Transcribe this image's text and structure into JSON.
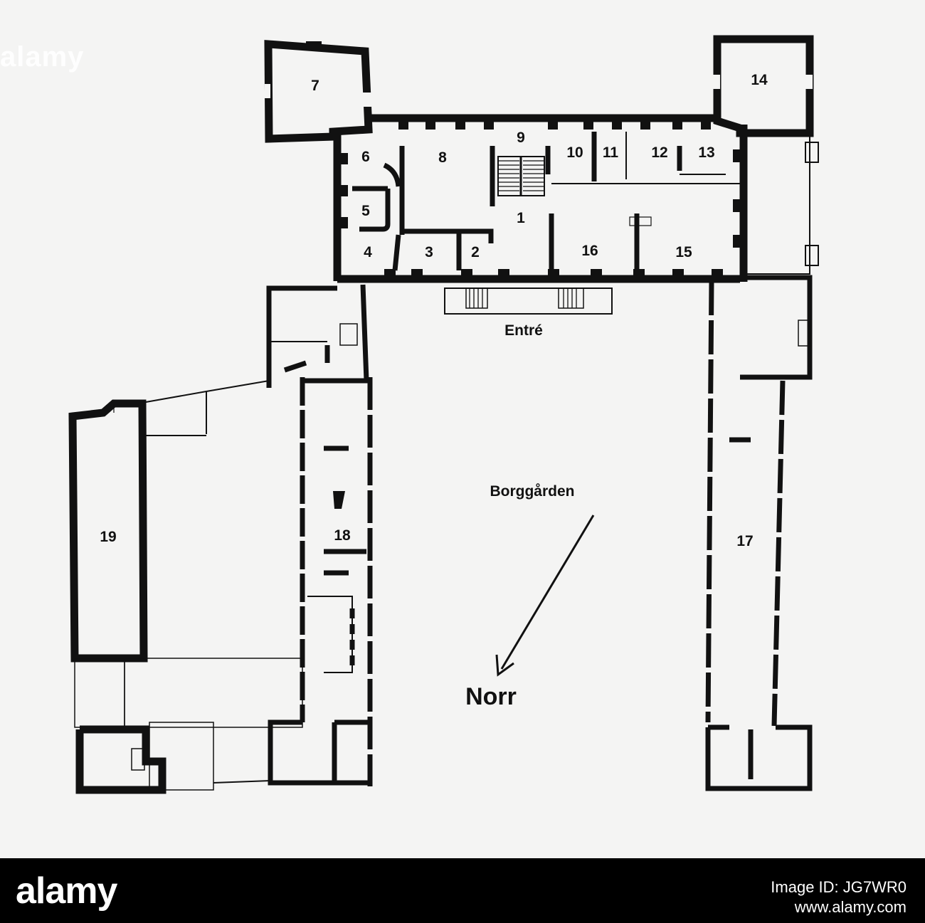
{
  "plan": {
    "rooms": [
      {
        "id": "room-1",
        "label": "1"
      },
      {
        "id": "room-2",
        "label": "2"
      },
      {
        "id": "room-3",
        "label": "3"
      },
      {
        "id": "room-4",
        "label": "4"
      },
      {
        "id": "room-5",
        "label": "5"
      },
      {
        "id": "room-6",
        "label": "6"
      },
      {
        "id": "room-7",
        "label": "7"
      },
      {
        "id": "room-8",
        "label": "8"
      },
      {
        "id": "room-9",
        "label": "9"
      },
      {
        "id": "room-10",
        "label": "10"
      },
      {
        "id": "room-11",
        "label": "11"
      },
      {
        "id": "room-12",
        "label": "12"
      },
      {
        "id": "room-13",
        "label": "13"
      },
      {
        "id": "room-14",
        "label": "14"
      },
      {
        "id": "room-15",
        "label": "15"
      },
      {
        "id": "room-16",
        "label": "16"
      },
      {
        "id": "room-17",
        "label": "17"
      },
      {
        "id": "room-18",
        "label": "18"
      },
      {
        "id": "room-19",
        "label": "19"
      }
    ],
    "entrance_label": "Entré",
    "courtyard_label": "Borggården",
    "north_label": "Norr"
  },
  "watermark": "alamy",
  "footer": {
    "brand": "alamy",
    "image_id": "Image ID: JG7WR0",
    "url": "www.alamy.com"
  },
  "colors": {
    "background": "#f4f4f3",
    "ink": "#111111",
    "footer_bg": "#000000",
    "footer_text": "#ffffff"
  }
}
